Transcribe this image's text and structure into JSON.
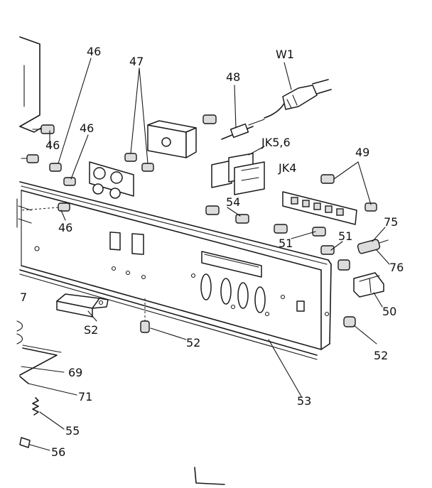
{
  "labels": {
    "l46a": "46",
    "l46b": "46",
    "l46c": "46",
    "l46d": "46",
    "l47": "47",
    "l48": "48",
    "lW1": "W1",
    "lJK56": "JK5,6",
    "lJK4": "JK4",
    "l49": "49",
    "l54": "54",
    "l51a": "51",
    "l51b": "51",
    "l75": "75",
    "l76": "76",
    "l50": "50",
    "l52a": "52",
    "l52b": "52",
    "lS2": "S2",
    "l53": "53",
    "l69": "69",
    "l71": "71",
    "l55": "55",
    "l56": "56",
    "l7": "7"
  }
}
